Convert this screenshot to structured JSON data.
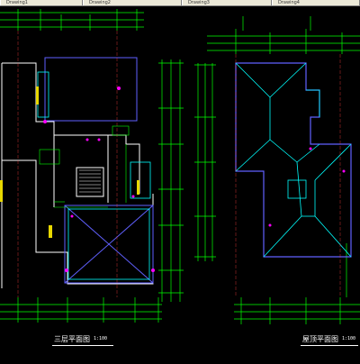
{
  "tabs": [
    {
      "label": "Drawing1"
    },
    {
      "label": "Drawing2"
    },
    {
      "label": "Drawing3"
    },
    {
      "label": "Drawing4"
    }
  ],
  "plans": {
    "left": {
      "title": "三层平面图",
      "scale": "1:100"
    },
    "right": {
      "title": "屋顶平面图",
      "scale": "1:100"
    }
  },
  "colors": {
    "dimension": "#00ff00",
    "wall": "#ffffff",
    "outline": "#6060ff",
    "axis": "#ff4040",
    "column": "#ff00ff",
    "ridge": "#00ffff",
    "text": "#ffffff",
    "background": "#000000"
  }
}
